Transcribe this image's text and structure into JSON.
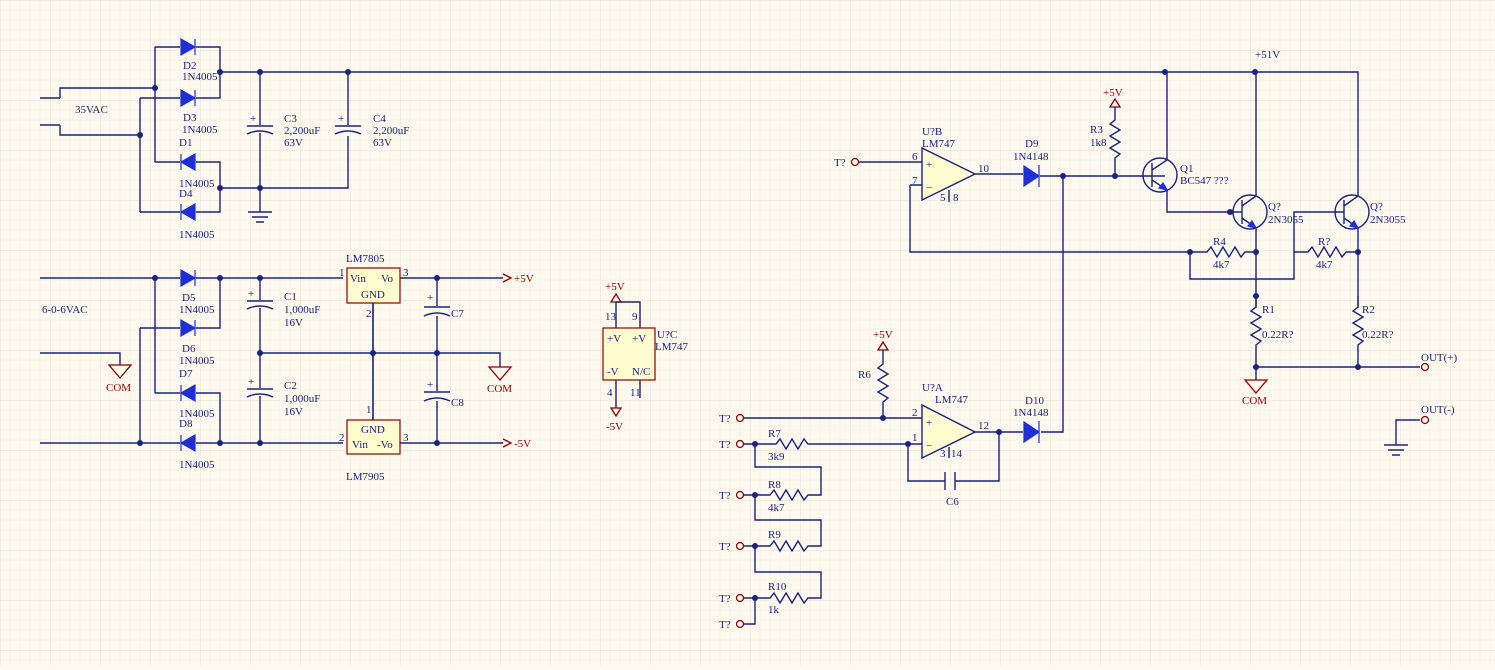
{
  "schematic": {
    "rails": {
      "plus51": "+51V",
      "plus5": "+5V",
      "minus5": "-5V",
      "com": "COM"
    },
    "inputs": {
      "ac35": "35VAC",
      "ac606": "6-0-6VAC"
    },
    "bridge_top": [
      {
        "ref": "D2",
        "value": "1N4005"
      },
      {
        "ref": "D3",
        "value": "1N4005"
      },
      {
        "ref": "D1",
        "value": "1N4005"
      },
      {
        "ref": "D4",
        "value": "1N4005"
      }
    ],
    "bridge_bottom": [
      {
        "ref": "D5",
        "value": "1N4005"
      },
      {
        "ref": "D6",
        "value": "1N4005"
      },
      {
        "ref": "D7",
        "value": "1N4005"
      },
      {
        "ref": "D8",
        "value": "1N4005"
      }
    ],
    "caps": {
      "c3": {
        "ref": "C3",
        "value": "2,200uF",
        "volt": "63V"
      },
      "c4": {
        "ref": "C4",
        "value": "2,200uF",
        "volt": "63V"
      },
      "c1": {
        "ref": "C1",
        "value": "1,000uF",
        "volt": "16V"
      },
      "c2": {
        "ref": "C2",
        "value": "1,000uF",
        "volt": "16V"
      },
      "c7": {
        "ref": "C7"
      },
      "c8": {
        "ref": "C8"
      },
      "c6": {
        "ref": "C6"
      }
    },
    "reg_pos": {
      "name": "LM7805",
      "vin": "Vin",
      "vo": "Vo",
      "gnd": "GND",
      "p1": "1",
      "p2": "2",
      "p3": "3"
    },
    "reg_neg": {
      "name": "LM7905",
      "vin": "Vin",
      "vo": "-Vo",
      "gnd": "GND",
      "p1": "1",
      "p2": "2",
      "p3": "3"
    },
    "opamp_c": {
      "ref": "U?C",
      "value": "LM747",
      "pv1": "+V",
      "pv2": "+V",
      "nv": "-V",
      "nc": "N/C",
      "p13": "13",
      "p9": "9",
      "p4": "4",
      "p11": "11"
    },
    "opamp_b": {
      "ref": "U?B",
      "value": "LM747",
      "p6": "6",
      "p7": "7",
      "p10": "10",
      "p5": "5",
      "p8": "8"
    },
    "opamp_a": {
      "ref": "U?A",
      "value": "LM747",
      "p2": "2",
      "p1": "1",
      "p12": "12",
      "p3": "3",
      "p14": "14"
    },
    "d9": {
      "ref": "D9",
      "value": "1N4148"
    },
    "d10": {
      "ref": "D10",
      "value": "1N4148"
    },
    "r3": {
      "ref": "R3",
      "value": "1k8"
    },
    "r6": {
      "ref": "R6"
    },
    "r7": {
      "ref": "R7",
      "value": "3k9"
    },
    "r8": {
      "ref": "R8",
      "value": "4k7"
    },
    "r9": {
      "ref": "R9"
    },
    "r10": {
      "ref": "R10",
      "value": "1k"
    },
    "r4": {
      "ref": "R4",
      "value": "4k7"
    },
    "rq": {
      "ref": "R?",
      "value": "4k7"
    },
    "r1": {
      "ref": "R1",
      "value": "0.22R?"
    },
    "r2": {
      "ref": "R2",
      "value": "0.22R?"
    },
    "q1": {
      "ref": "Q1",
      "value": "BC547 ???"
    },
    "q2": {
      "ref": "Q?",
      "value": "2N3055"
    },
    "q3": {
      "ref": "Q?",
      "value": "2N3055"
    },
    "ports": {
      "t": "T?",
      "out_pos": "OUT(+)",
      "out_neg": "OUT(-)"
    },
    "pin_plus": "+",
    "pin_minus": "−",
    "cap_plus": "+"
  }
}
